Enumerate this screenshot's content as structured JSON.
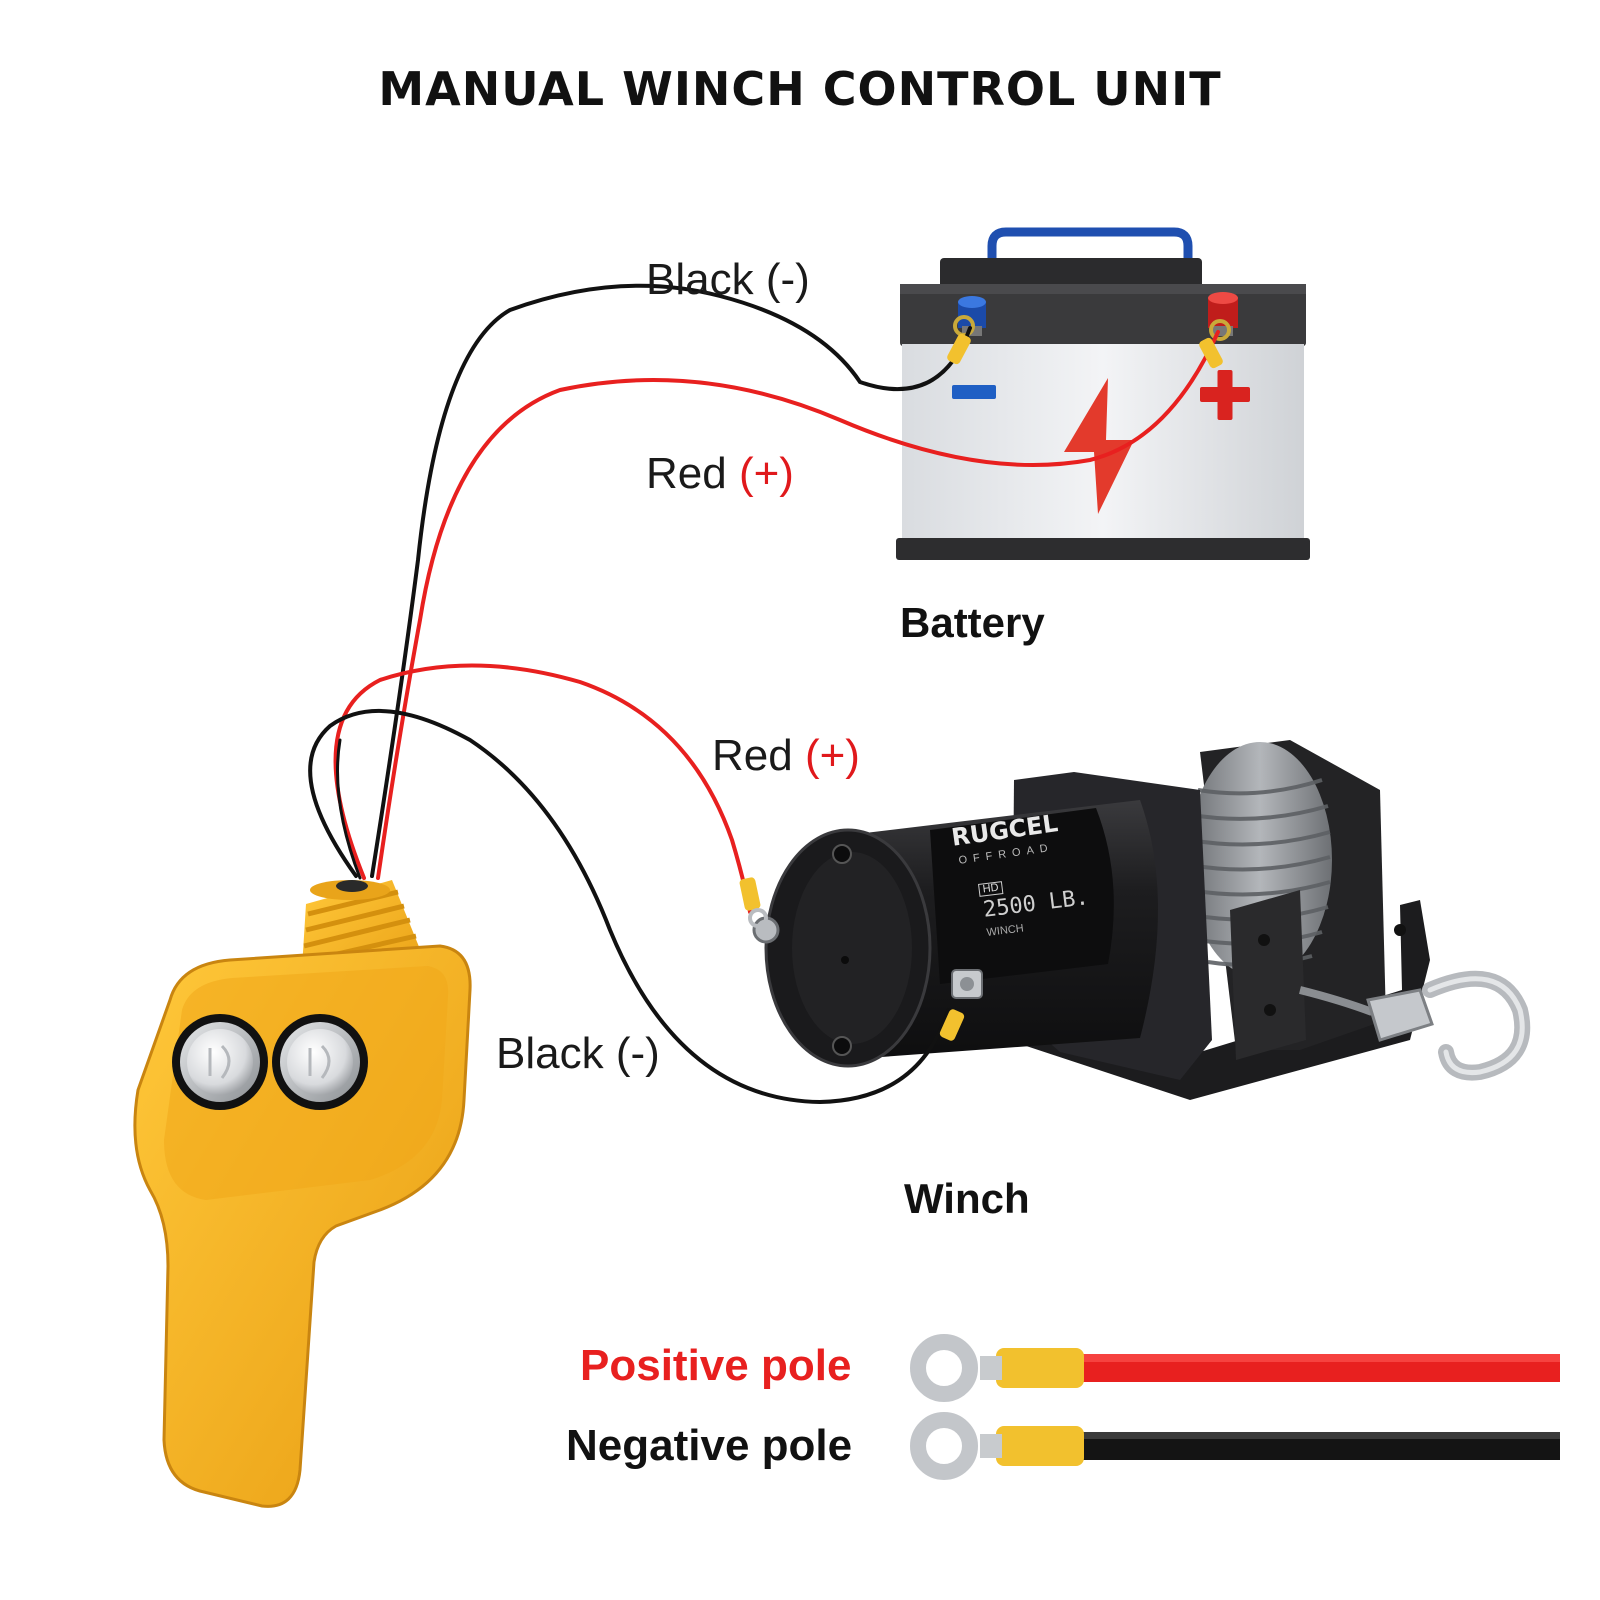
{
  "title": "MANUAL WINCH CONTROL UNIT",
  "wire_labels": {
    "battery_negative": {
      "name": "Black",
      "polarity": "(-)"
    },
    "battery_positive": {
      "name": "Red",
      "polarity": "(+)"
    },
    "winch_positive": {
      "name": "Red",
      "polarity": "(+)"
    },
    "winch_negative": {
      "name": "Black",
      "polarity": "(-)"
    }
  },
  "components": {
    "battery": "Battery",
    "winch": "Winch"
  },
  "battery_markings": {
    "negative_sign": "−",
    "positive_sign": "+"
  },
  "winch_decal": {
    "brand": "RUGCEL",
    "sub": "OFFROAD",
    "badge": "HD",
    "capacity": "2500 LB.",
    "type": "WINCH"
  },
  "legend": {
    "positive": "Positive pole",
    "negative": "Negative pole"
  },
  "colors": {
    "wire_positive": "#e8201f",
    "wire_negative": "#111111",
    "controller_body": "#f6b21c",
    "battery_terminal_negative": "#1f5fc4",
    "battery_terminal_positive": "#d9231f",
    "terminal_sleeve": "#f2c12e"
  }
}
